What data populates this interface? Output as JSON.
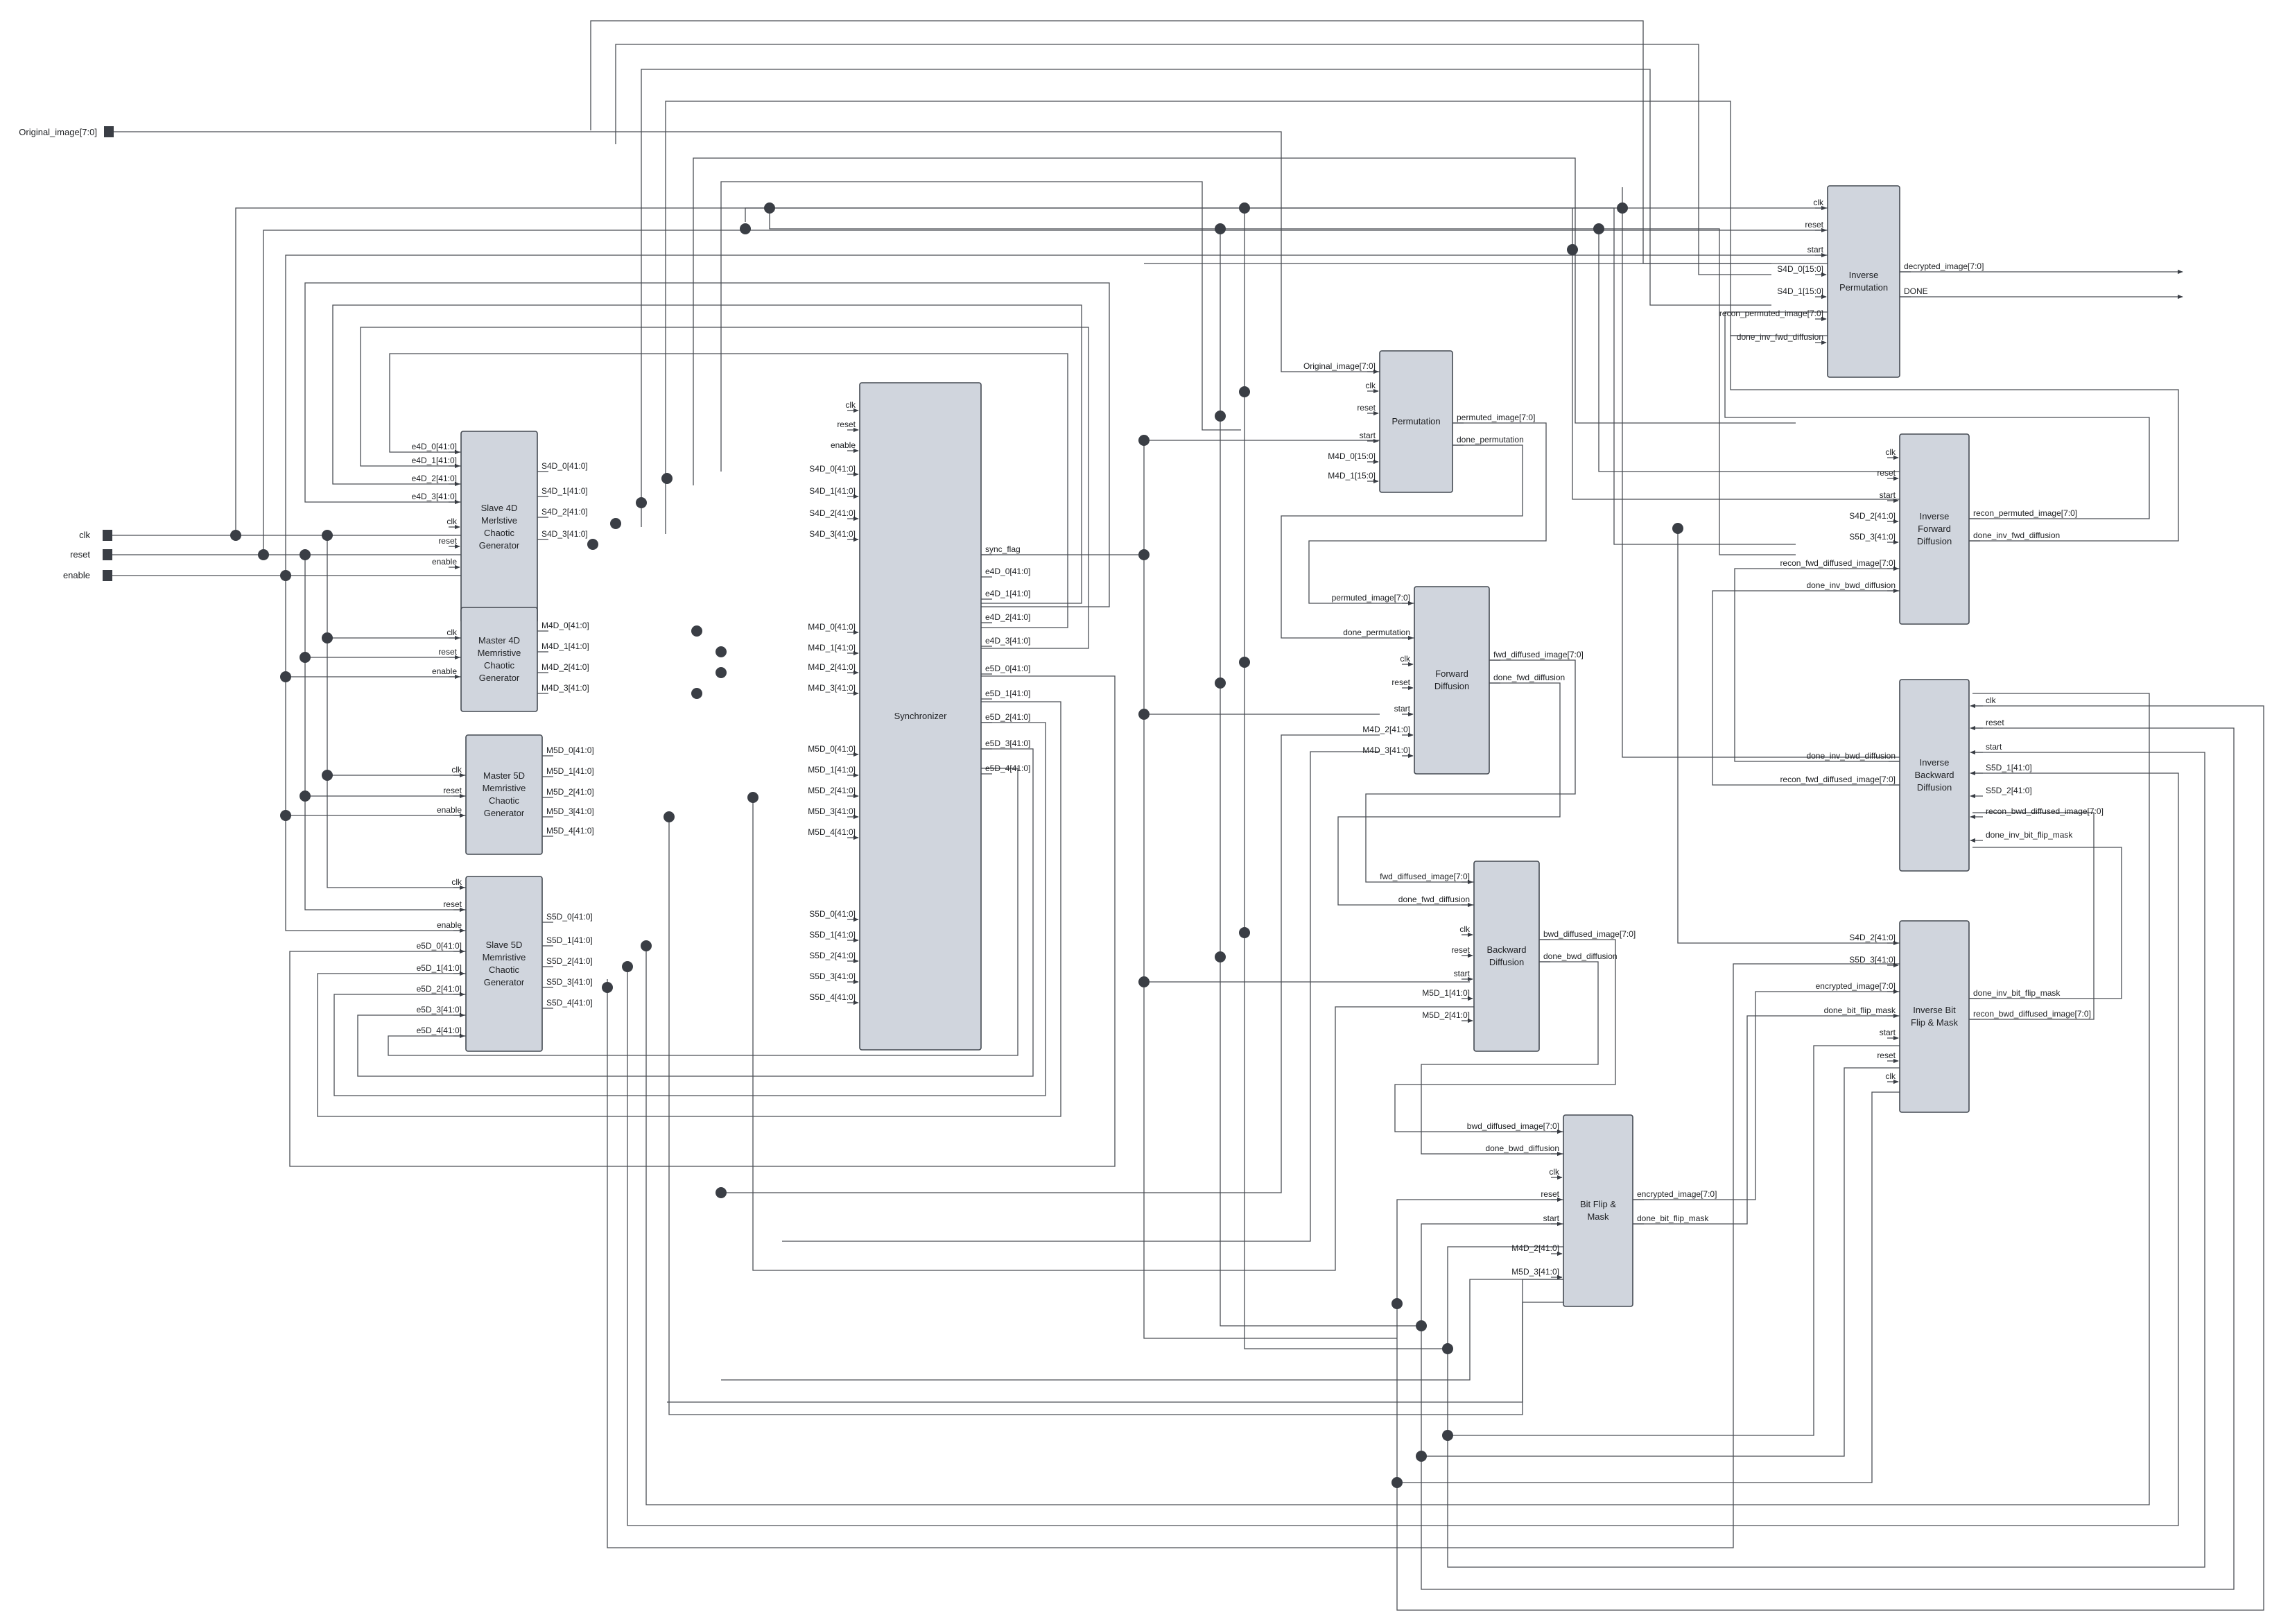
{
  "inputs": [
    {
      "id": "original_image",
      "label": "Original_image[7:0]"
    },
    {
      "id": "clk",
      "label": "clk"
    },
    {
      "id": "reset",
      "label": "reset"
    },
    {
      "id": "enable",
      "label": "enable"
    }
  ],
  "blocks": [
    {
      "id": "slave4d",
      "title": [
        "Slave 4D",
        "Merlstive",
        "Chaotic",
        "Generator"
      ],
      "inputs": [
        "e4D_0[41:0]",
        "e4D_1[41:0]",
        "e4D_2[41:0]",
        "e4D_3[41:0]",
        "clk",
        "reset",
        "enable"
      ],
      "outputs": [
        "S4D_0[41:0]",
        "S4D_1[41:0]",
        "S4D_2[41:0]",
        "S4D_3[41:0]"
      ]
    },
    {
      "id": "master4d",
      "title": [
        "Master 4D",
        "Memristive",
        "Chaotic",
        "Generator"
      ],
      "inputs": [
        "clk",
        "reset",
        "enable"
      ],
      "outputs": [
        "M4D_0[41:0]",
        "M4D_1[41:0]",
        "M4D_2[41:0]",
        "M4D_3[41:0]"
      ]
    },
    {
      "id": "master5d",
      "title": [
        "Master 5D",
        "Memristive",
        "Chaotic",
        "Generator"
      ],
      "inputs": [
        "clk",
        "reset",
        "enable"
      ],
      "outputs": [
        "M5D_0[41:0]",
        "M5D_1[41:0]",
        "M5D_2[41:0]",
        "M5D_3[41:0]",
        "M5D_4[41:0]"
      ]
    },
    {
      "id": "slave5d",
      "title": [
        "Slave 5D",
        "Memristive",
        "Chaotic",
        "Generator"
      ],
      "inputs": [
        "clk",
        "reset",
        "enable",
        "e5D_0[41:0]",
        "e5D_1[41:0]",
        "e5D_2[41:0]",
        "e5D_3[41:0]",
        "e5D_4[41:0]"
      ],
      "outputs": [
        "S5D_0[41:0]",
        "S5D_1[41:0]",
        "S5D_2[41:0]",
        "S5D_3[41:0]",
        "S5D_4[41:0]"
      ]
    },
    {
      "id": "sync",
      "title": [
        "Synchronizer"
      ],
      "inputs": [
        "clk",
        "reset",
        "enable",
        "S4D_0[41:0]",
        "S4D_1[41:0]",
        "S4D_2[41:0]",
        "S4D_3[41:0]",
        "M4D_0[41:0]",
        "M4D_1[41:0]",
        "M4D_2[41:0]",
        "M4D_3[41:0]",
        "M5D_0[41:0]",
        "M5D_1[41:0]",
        "M5D_2[41:0]",
        "M5D_3[41:0]",
        "M5D_4[41:0]",
        "S5D_0[41:0]",
        "S5D_1[41:0]",
        "S5D_2[41:0]",
        "S5D_3[41:0]",
        "S5D_4[41:0]"
      ],
      "outputs": [
        "sync_flag",
        "e4D_0[41:0]",
        "e4D_1[41:0]",
        "e4D_2[41:0]",
        "e4D_3[41:0]",
        "e5D_0[41:0]",
        "e5D_1[41:0]",
        "e5D_2[41:0]",
        "e5D_3[41:0]",
        "e5D_4[41:0]"
      ]
    },
    {
      "id": "perm",
      "title": [
        "Permutation"
      ],
      "inputs": [
        "Original_image[7:0]",
        "clk",
        "reset",
        "start",
        "M4D_0[15:0]",
        "M4D_1[15:0]"
      ],
      "outputs": [
        "permuted_image[7:0]",
        "done_permutation"
      ]
    },
    {
      "id": "fwd",
      "title": [
        "Forward",
        "Diffusion"
      ],
      "inputs": [
        "permuted_image[7:0]",
        "done_permutation",
        "clk",
        "reset",
        "start",
        "M4D_2[41:0]",
        "M4D_3[41:0]"
      ],
      "outputs": [
        "fwd_diffused_image[7:0]",
        "done_fwd_diffusion"
      ]
    },
    {
      "id": "bwd",
      "title": [
        "Backward",
        "Diffusion"
      ],
      "inputs": [
        "fwd_diffused_image[7:0]",
        "done_fwd_diffusion",
        "clk",
        "reset",
        "start",
        "M5D_1[41:0]",
        "M5D_2[41:0]"
      ],
      "outputs": [
        "bwd_diffused_image[7:0]",
        "done_bwd_diffusion"
      ]
    },
    {
      "id": "bitflip",
      "title": [
        "Bit Flip &",
        "Mask"
      ],
      "inputs": [
        "bwd_diffused_image[7:0]",
        "done_bwd_diffusion",
        "clk",
        "reset",
        "start",
        "M4D_2[41:0]",
        "M5D_3[41:0]"
      ],
      "outputs": [
        "encrypted_image[7:0]",
        "done_bit_flip_mask"
      ]
    },
    {
      "id": "invperm",
      "title": [
        "Inverse",
        "Permutation"
      ],
      "inputs": [
        "clk",
        "reset",
        "start",
        "S4D_0[15:0]",
        "S4D_1[15:0]",
        "recon_permuted_image[7:0]",
        "done_inv_fwd_diffusion"
      ],
      "outputs": [
        "decrypted_image[7:0]",
        "DONE"
      ]
    },
    {
      "id": "invfwd",
      "title": [
        "Inverse",
        "Forward",
        "Diffusion"
      ],
      "inputs": [
        "clk",
        "reset",
        "start",
        "S4D_2[41:0]",
        "S5D_3[41:0]",
        "recon_fwd_diffused_image[7:0]",
        "done_inv_bwd_diffusion"
      ],
      "outputs": [
        "recon_permuted_image[7:0]",
        "done_inv_fwd_diffusion"
      ]
    },
    {
      "id": "invbwd",
      "title": [
        "Inverse",
        "Backward",
        "Diffusion"
      ],
      "inputs": [
        "clk",
        "reset",
        "start",
        "S5D_1[41:0]",
        "S5D_2[41:0]",
        "recon_bwd_diffused_image[7:0]",
        "done_inv_bit_flip_mask"
      ],
      "outputs": [
        "done_inv_bwd_diffusion",
        "recon_fwd_diffused_image[7:0]"
      ]
    },
    {
      "id": "invbit",
      "title": [
        "Inverse Bit",
        "Flip & Mask"
      ],
      "inputs": [
        "S4D_2[41:0]",
        "S5D_3[41:0]",
        "encrypted_image[7:0]",
        "done_bit_flip_mask",
        "start",
        "reset",
        "clk"
      ],
      "outputs": [
        "done_inv_bit_flip_mask",
        "recon_bwd_diffused_image[7:0]"
      ]
    }
  ]
}
